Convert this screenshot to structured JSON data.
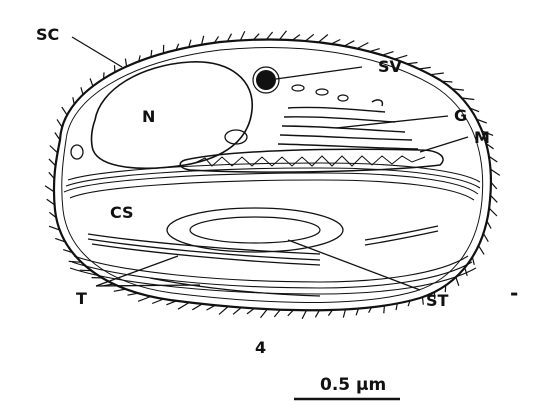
{
  "figure": {
    "number": "4",
    "scale_bar_label": "0.5 µm",
    "minus_sign": "-",
    "labels": {
      "sc": "SC",
      "sv": "SV",
      "n": "N",
      "g": "G",
      "m": "M",
      "cs": "CS",
      "t": "T",
      "st": "ST"
    }
  },
  "colors": {
    "ink": "#111111",
    "background": "#ffffff"
  }
}
